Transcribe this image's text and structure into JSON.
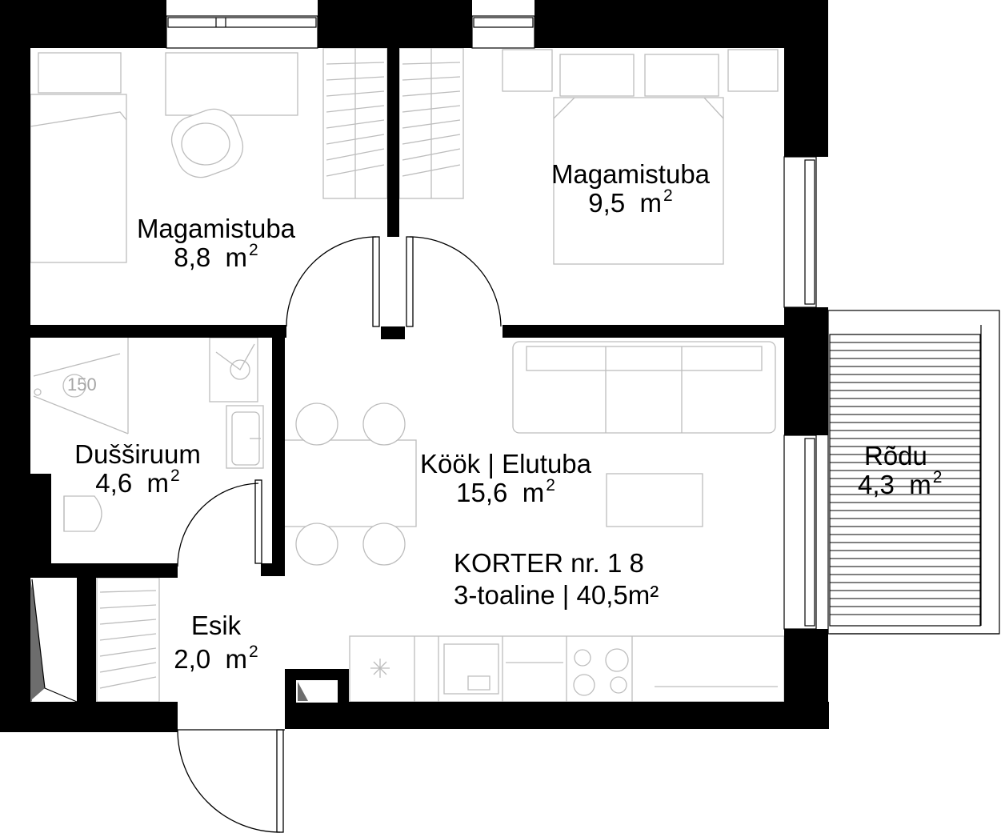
{
  "rooms": [
    {
      "id": "bedroom-1",
      "name": "Magamistuba",
      "area": "8,8",
      "unit": "m",
      "unit_exp": "2"
    },
    {
      "id": "bedroom-2",
      "name": "Magamistuba",
      "area": "9,5",
      "unit": "m",
      "unit_exp": "2"
    },
    {
      "id": "shower-room",
      "name": "Dušširuum",
      "area": "4,6",
      "unit": "m",
      "unit_exp": "2"
    },
    {
      "id": "kitchen-living",
      "name": "Köök | Elutuba",
      "area": "15,6",
      "unit": "m",
      "unit_exp": "2"
    },
    {
      "id": "balcony",
      "name": "Rõdu",
      "area": "4,3",
      "unit": "m",
      "unit_exp": "2"
    },
    {
      "id": "hallway",
      "name": "Esik",
      "area": "2,0",
      "unit": "m",
      "unit_exp": "2"
    }
  ],
  "apartment": {
    "title": "KORTER nr. 1 8",
    "summary": "3-toaline | 40,5m²"
  },
  "annotations": {
    "shower_size": "150"
  }
}
